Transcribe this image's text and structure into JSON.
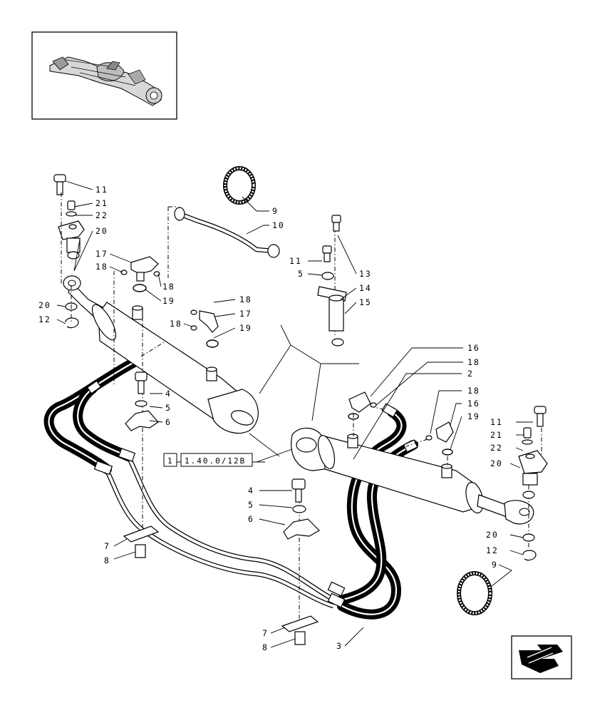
{
  "reference": {
    "page_index": "1",
    "page_code": "1.40.0/12B"
  },
  "callouts": [
    {
      "id": "c11a",
      "text": "11"
    },
    {
      "id": "c21a",
      "text": "21"
    },
    {
      "id": "c22a",
      "text": "22"
    },
    {
      "id": "c20a",
      "text": "20"
    },
    {
      "id": "c17a",
      "text": "17"
    },
    {
      "id": "c18a",
      "text": "18"
    },
    {
      "id": "c18b",
      "text": "18"
    },
    {
      "id": "c19a",
      "text": "19"
    },
    {
      "id": "c20b",
      "text": "20"
    },
    {
      "id": "c12a",
      "text": "12"
    },
    {
      "id": "c9a",
      "text": "9"
    },
    {
      "id": "c10a",
      "text": "10"
    },
    {
      "id": "c11b",
      "text": "11"
    },
    {
      "id": "c5a",
      "text": "5"
    },
    {
      "id": "c13a",
      "text": "13"
    },
    {
      "id": "c14a",
      "text": "14"
    },
    {
      "id": "c15a",
      "text": "15"
    },
    {
      "id": "c18c",
      "text": "18"
    },
    {
      "id": "c17b",
      "text": "17"
    },
    {
      "id": "c18d",
      "text": "18"
    },
    {
      "id": "c19b",
      "text": "19"
    },
    {
      "id": "c4a",
      "text": "4"
    },
    {
      "id": "c5b",
      "text": "5"
    },
    {
      "id": "c6a",
      "text": "6"
    },
    {
      "id": "c16a",
      "text": "16"
    },
    {
      "id": "c18e",
      "text": "18"
    },
    {
      "id": "c2a",
      "text": "2"
    },
    {
      "id": "c18f",
      "text": "18"
    },
    {
      "id": "c16b",
      "text": "16"
    },
    {
      "id": "c19c",
      "text": "19"
    },
    {
      "id": "c11c",
      "text": "11"
    },
    {
      "id": "c21b",
      "text": "21"
    },
    {
      "id": "c22b",
      "text": "22"
    },
    {
      "id": "c20c",
      "text": "20"
    },
    {
      "id": "c4b",
      "text": "4"
    },
    {
      "id": "c5c",
      "text": "5"
    },
    {
      "id": "c6b",
      "text": "6"
    },
    {
      "id": "c7a",
      "text": "7"
    },
    {
      "id": "c8a",
      "text": "8"
    },
    {
      "id": "c20d",
      "text": "20"
    },
    {
      "id": "c12b",
      "text": "12"
    },
    {
      "id": "c9b",
      "text": "9"
    },
    {
      "id": "c7b",
      "text": "7"
    },
    {
      "id": "c8b",
      "text": "8"
    },
    {
      "id": "c3a",
      "text": "3"
    }
  ],
  "icons": {
    "thumbnail": "front-axle-thumbnail-icon",
    "next_page": "next-page-arrow-icon"
  }
}
